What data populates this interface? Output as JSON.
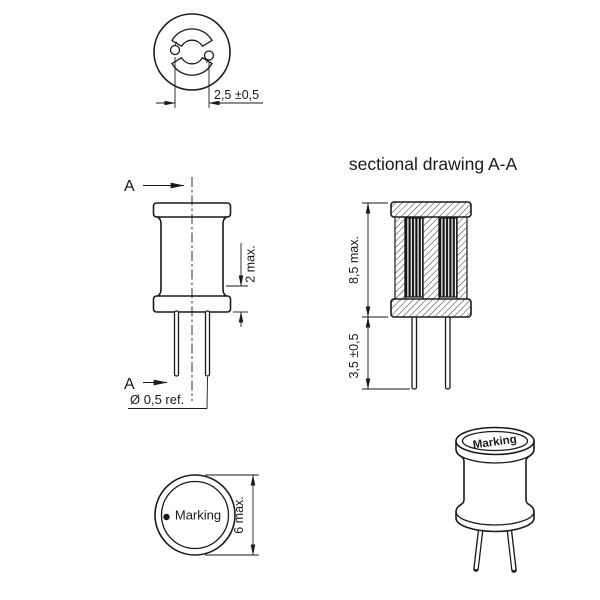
{
  "drawing": {
    "ink_color": "#1a1a1a",
    "background_color": "#ffffff"
  },
  "top_view": {
    "dim_pin_spacing": "2,5 ±0,5"
  },
  "side_view": {
    "section_label": "A",
    "dim_winding_clearance": "2 max.",
    "dim_wire_diameter": "Ø 0,5 ref."
  },
  "section_view": {
    "title": "sectional drawing A-A",
    "dim_body_height": "8,5 max.",
    "dim_lead_length": "3,5 ±0,5"
  },
  "bottom_view": {
    "marking_label": "Marking",
    "dim_body_diameter": "6 max."
  },
  "perspective_view": {
    "marking_label": "Marking"
  }
}
